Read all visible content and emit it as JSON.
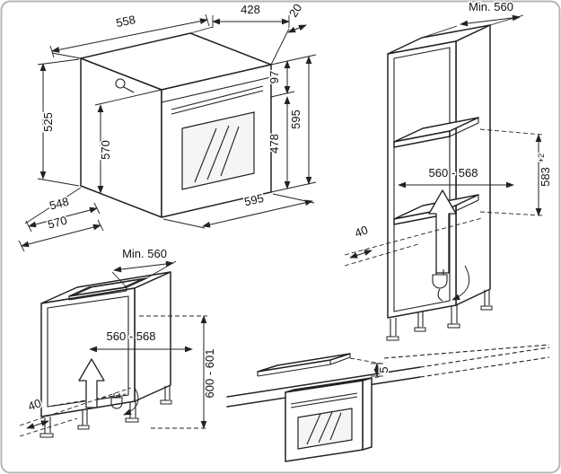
{
  "colors": {
    "ink": "#222222",
    "border": "#b5b5b5",
    "background": "#ffffff"
  },
  "icons": {
    "airflow_arrow": "upward-outline-arrow",
    "power_plug": "plug-with-cord",
    "rotation_arrow": "curved-arrow"
  },
  "diagram": {
    "oven": {
      "edge_top": "558",
      "edge_top_rear": "428",
      "fascia_depth": "20",
      "fascia_height": "97",
      "height_overall": "595",
      "door_height": "478",
      "body_height": "525",
      "body_inner_height": "570",
      "width_front": "595",
      "depth_body": "548",
      "depth_overall": "570"
    },
    "tall_cabinet": {
      "width_min": "Min. 560",
      "niche_width": "560 - 568",
      "niche_height": "583",
      "niche_height_tol": "+2",
      "rear_gap": "40"
    },
    "base_cabinet": {
      "width_min": "Min. 560",
      "niche_width": "560 - 568",
      "niche_height": "600 - 601",
      "rear_gap": "40"
    },
    "worktop": {
      "oven_gap": "5"
    }
  }
}
